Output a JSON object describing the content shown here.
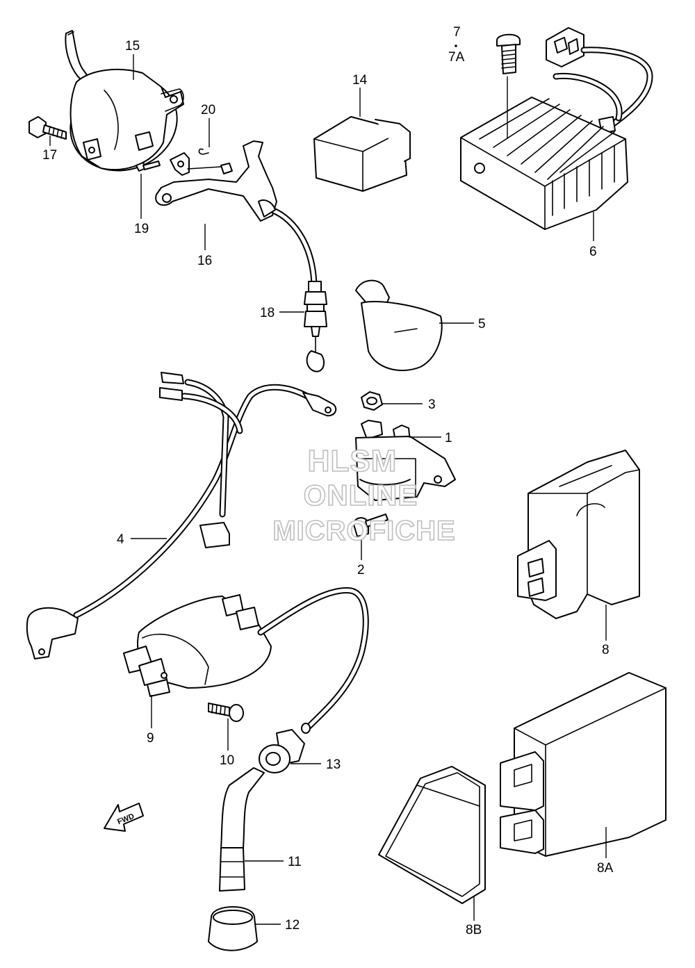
{
  "watermark": {
    "line1": "HLSM",
    "line2": "ONLINE",
    "line3": "MICROFICHE"
  },
  "direction_arrow": {
    "label": "FWD"
  },
  "callouts": {
    "c1": "1",
    "c2": "2",
    "c3": "3",
    "c4": "4",
    "c5": "5",
    "c6": "6",
    "c7": "7",
    "c7a": "7A",
    "c8": "8",
    "c8a": "8A",
    "c8b": "8B",
    "c9": "9",
    "c10": "10",
    "c11": "11",
    "c12": "12",
    "c13": "13",
    "c14": "14",
    "c15": "15",
    "c16": "16",
    "c17": "17",
    "c18": "18",
    "c19": "19",
    "c20": "20"
  }
}
